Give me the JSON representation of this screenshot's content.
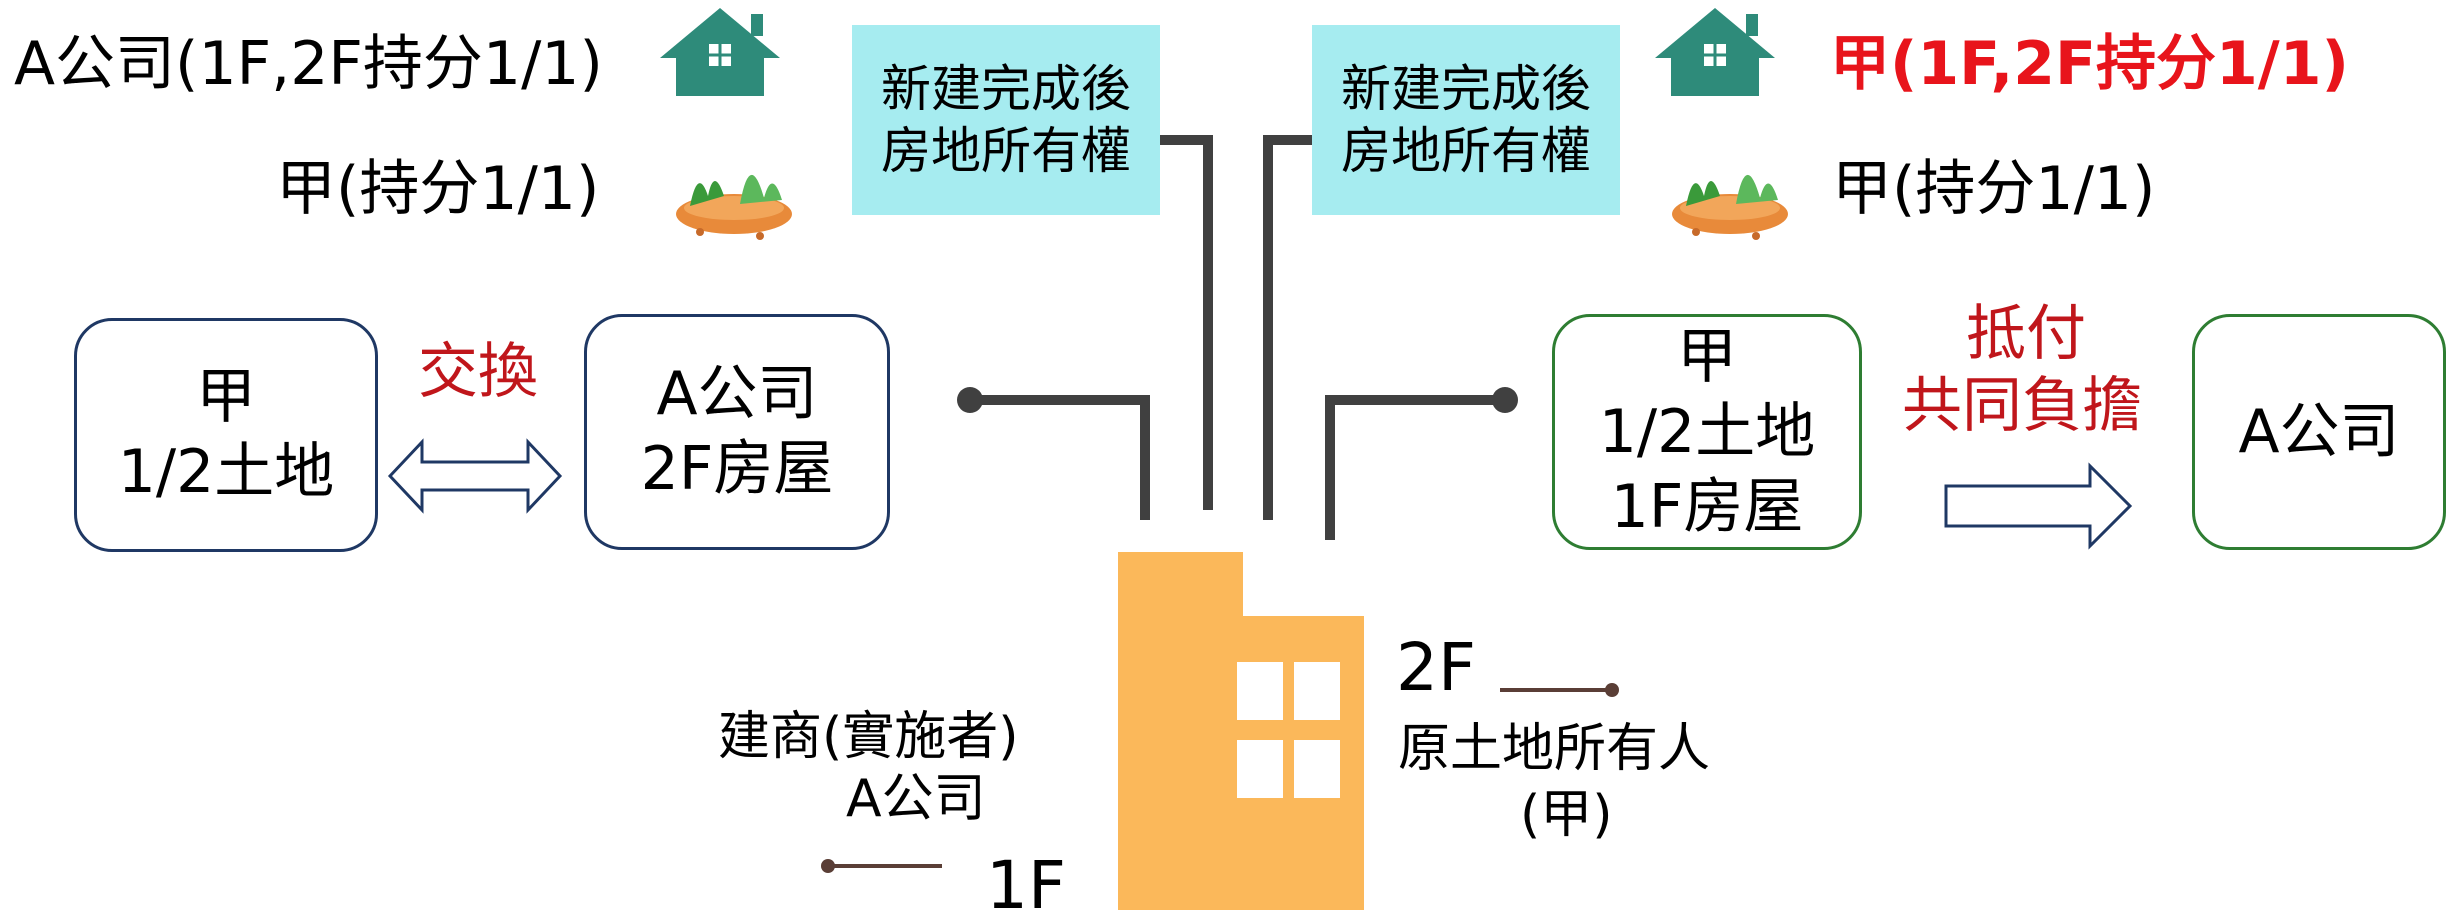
{
  "top_left": {
    "house_owner": "A公司(1F,2F持分1/1)",
    "land_owner": "甲(持分1/1)"
  },
  "top_right": {
    "house_owner": "甲(1F,2F持分1/1)",
    "land_owner": "甲(持分1/1)"
  },
  "cyan_left": {
    "line1": "新建完成後",
    "line2": "房地所有權"
  },
  "cyan_right": {
    "line1": "新建完成後",
    "line2": "房地所有權"
  },
  "left_boxes": {
    "box1": {
      "line1": "甲",
      "line2": "1/2土地"
    },
    "exchange_label": "交換",
    "box2": {
      "line1": "A公司",
      "line2": "2F房屋"
    }
  },
  "right_boxes": {
    "box1": {
      "line1": "甲",
      "line2": "1/2土地",
      "line3": "1F房屋"
    },
    "transfer_label_line1": "抵付",
    "transfer_label_line2": "共同負擔",
    "box2": {
      "line1": "A公司"
    }
  },
  "building": {
    "floor2": "2F",
    "floor1": "1F",
    "developer_line1": "建商(實施者)",
    "developer_line2": "A公司",
    "owner_line1": "原土地所有人",
    "owner_line2": "(甲)"
  },
  "colors": {
    "house_icon": "#2e8b7a",
    "building": "#fbb85a",
    "cyan": "#a6ecf0",
    "red_text": "#e8141b",
    "dark_red_text": "#c0161b",
    "navy_border": "#1f3864",
    "green_border": "#2e7d32"
  },
  "icons": [
    "house-icon",
    "land-icon",
    "double-arrow-icon",
    "right-arrow-icon",
    "building-icon"
  ]
}
